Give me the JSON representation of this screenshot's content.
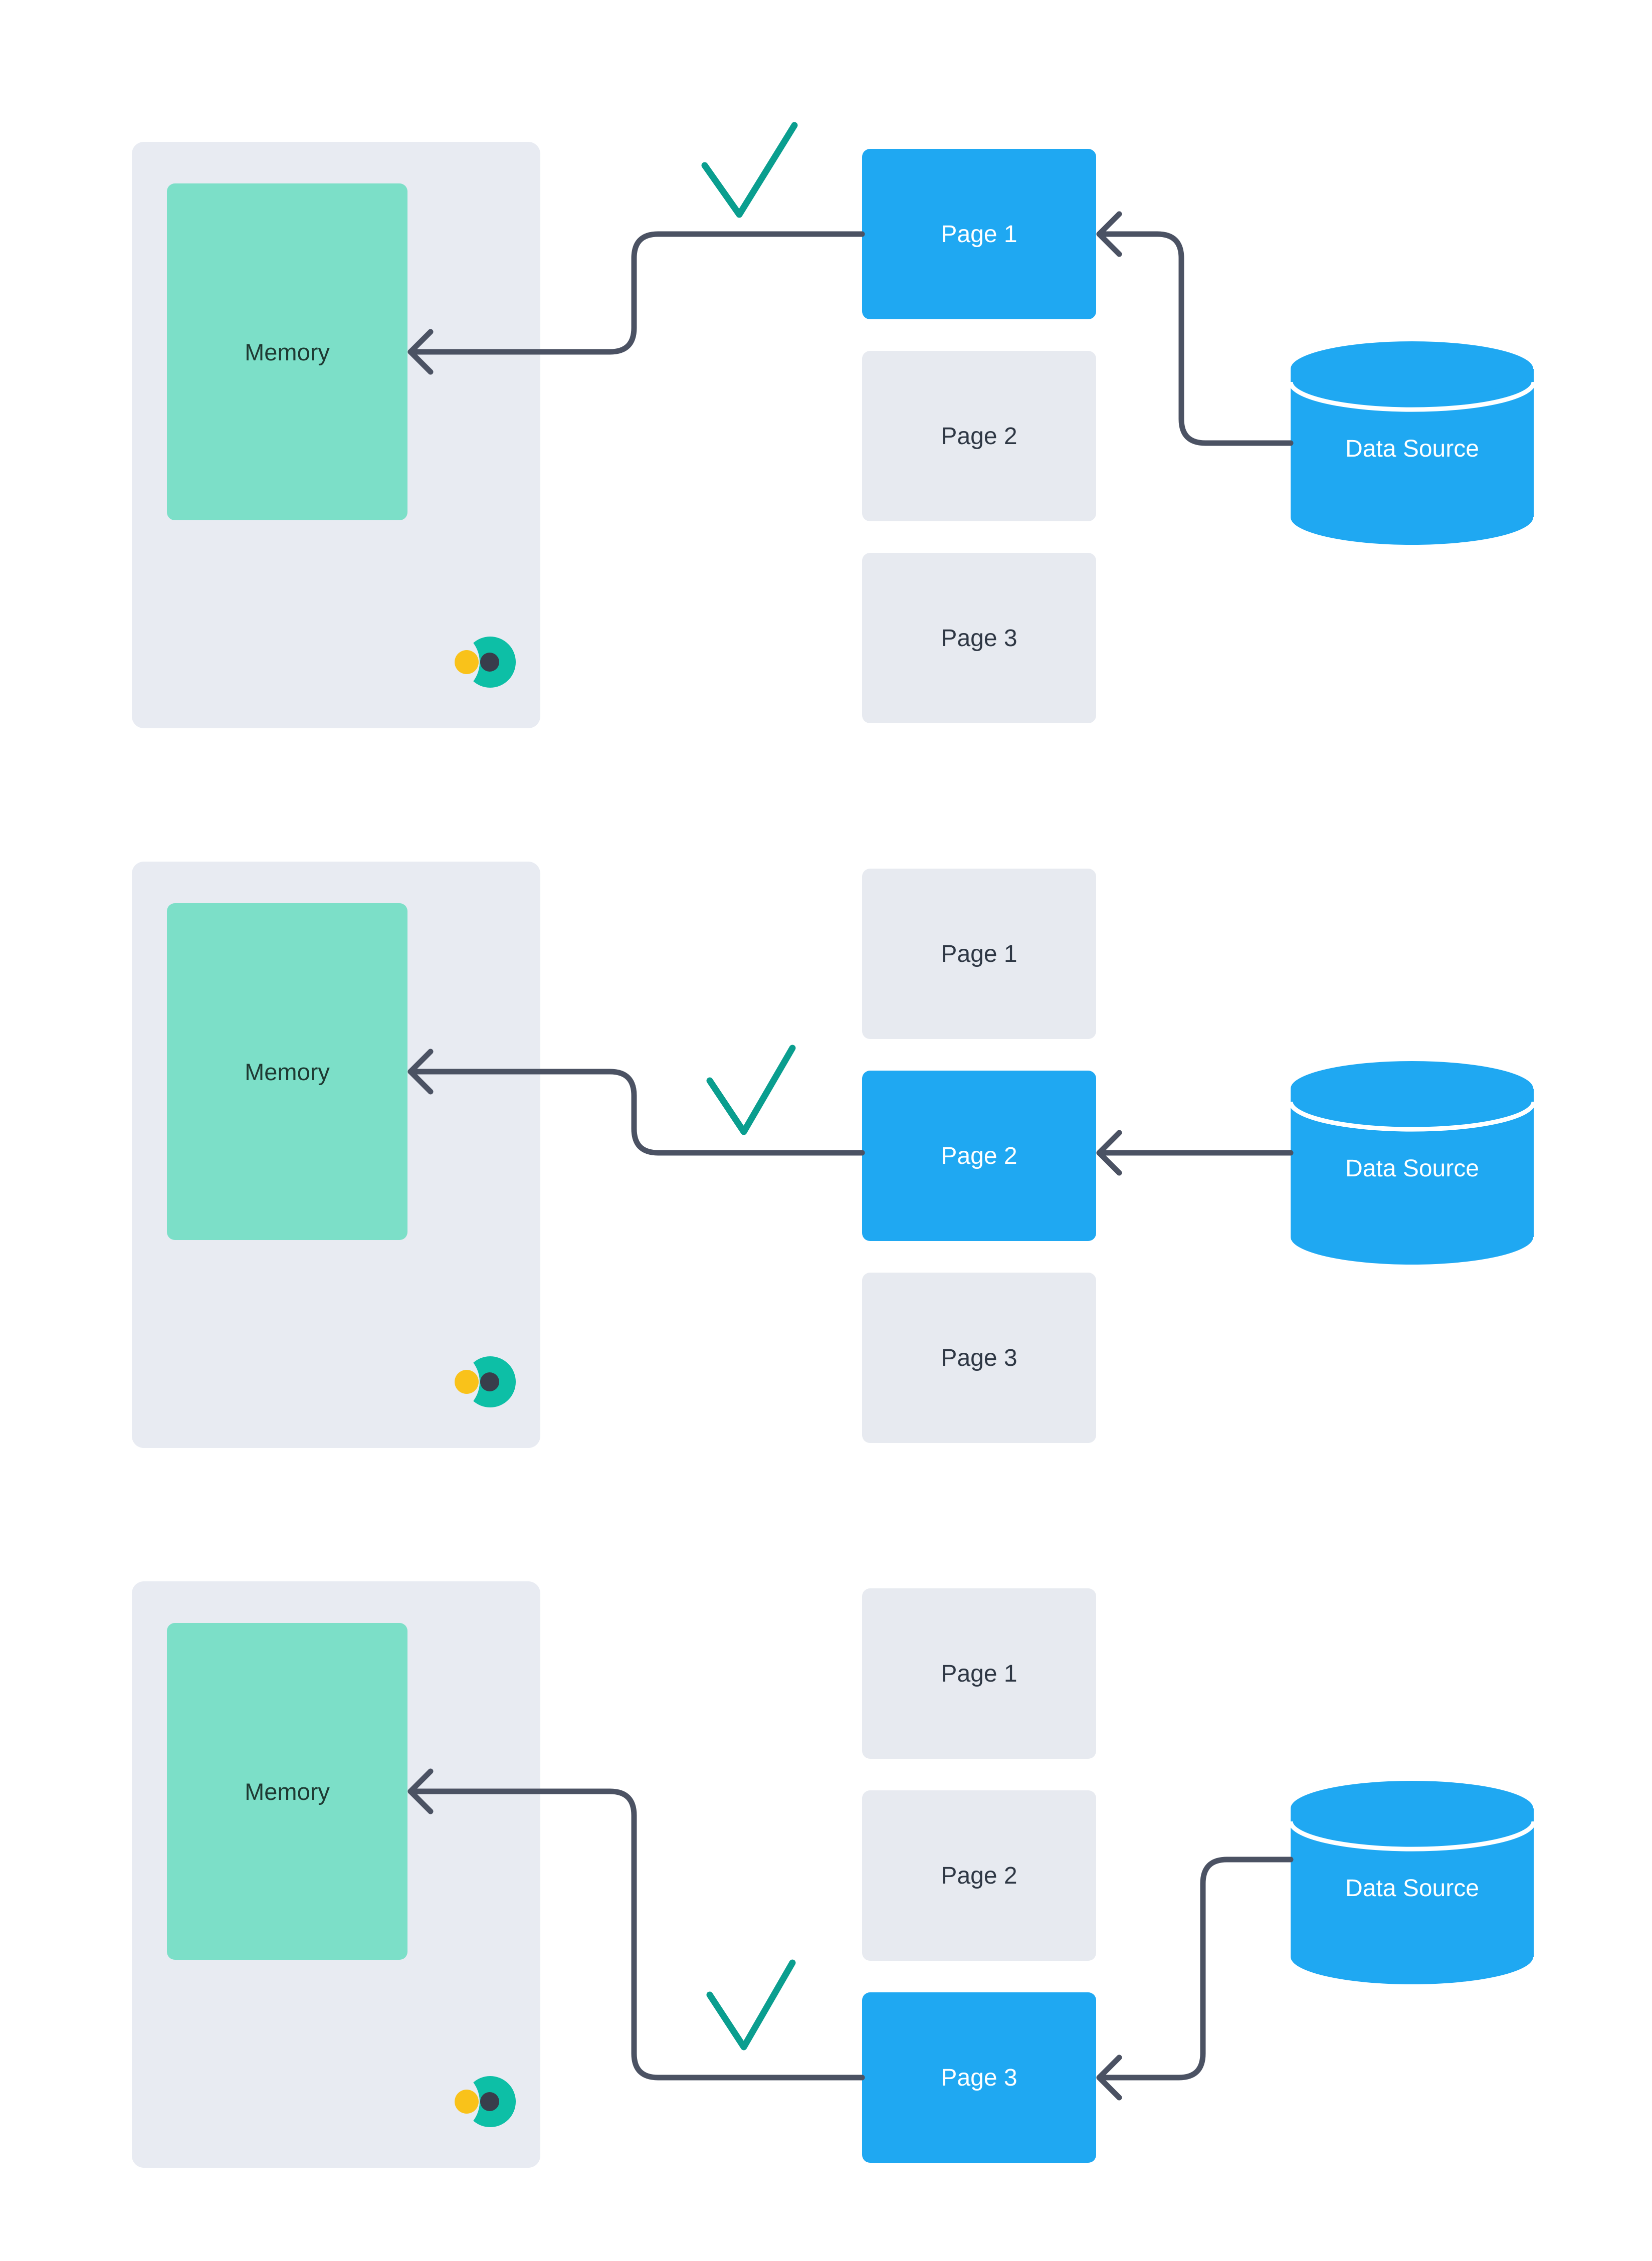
{
  "colors": {
    "blue": "#1FA8F2",
    "container": "#E8EBF2",
    "page": "#E7EAF0",
    "memory": "#7CDFC8",
    "arrow": "#4B5263",
    "check": "#0A9E8F",
    "logo_teal": "#0DBFA6",
    "logo_dark": "#383D4B",
    "logo_yellow": "#F9C21A",
    "memory_text": "#1F3A33",
    "page_text": "#2E3744",
    "active_text": "#FFFFFF"
  },
  "panels": [
    {
      "memory_label": "Memory",
      "datasource_label": "Data Source",
      "pages": [
        {
          "label": "Page 1",
          "active": true
        },
        {
          "label": "Page 2",
          "active": false
        },
        {
          "label": "Page 3",
          "active": false
        }
      ]
    },
    {
      "memory_label": "Memory",
      "datasource_label": "Data Source",
      "pages": [
        {
          "label": "Page 1",
          "active": false
        },
        {
          "label": "Page 2",
          "active": true
        },
        {
          "label": "Page 3",
          "active": false
        }
      ]
    },
    {
      "memory_label": "Memory",
      "datasource_label": "Data Source",
      "pages": [
        {
          "label": "Page 1",
          "active": false
        },
        {
          "label": "Page 2",
          "active": false
        },
        {
          "label": "Page 3",
          "active": true
        }
      ]
    }
  ]
}
